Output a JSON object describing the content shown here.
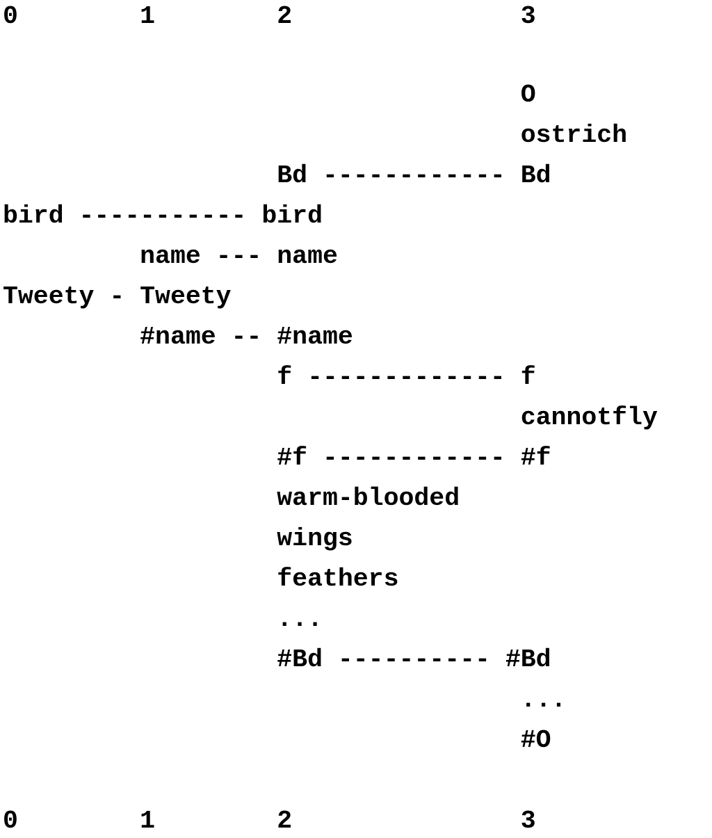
{
  "diagram": {
    "lines": [
      {
        "text": "0        1        2               3"
      },
      {
        "text": "                                  O"
      },
      {
        "text": "                                  ostrich"
      },
      {
        "text": "                  Bd ------------ Bd"
      },
      {
        "text": "bird ----------- bird"
      },
      {
        "text": "         name --- name"
      },
      {
        "text": "Tweety - Tweety"
      },
      {
        "text": "         #name -- #name"
      },
      {
        "text": "                  f ------------- f"
      },
      {
        "text": "                                  cannotfly"
      },
      {
        "text": "                  #f ------------ #f"
      },
      {
        "text": "                  warm-blooded"
      },
      {
        "text": "                  wings"
      },
      {
        "text": "                  feathers"
      },
      {
        "text": "                  ..."
      },
      {
        "text": "                  #Bd ---------- #Bd"
      },
      {
        "text": "                                  ..."
      },
      {
        "text": "                                  #O"
      },
      {
        "text": "0        1        2               3"
      }
    ]
  }
}
